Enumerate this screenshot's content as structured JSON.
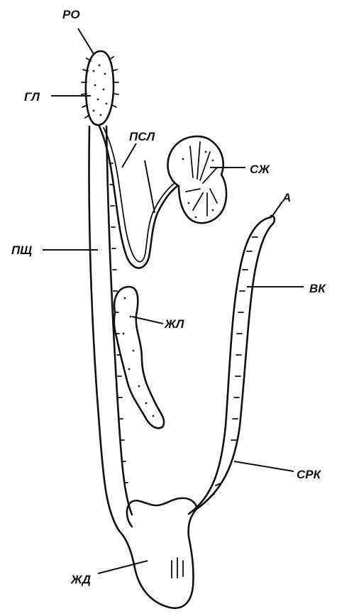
{
  "labels": {
    "ro": "РО",
    "gl": "ГЛ",
    "psl": "ПСЛ",
    "szh": "СЖ",
    "a": "А",
    "pshch": "ПЩ",
    "vk": "ВК",
    "zhl": "ЖЛ",
    "srk": "СРК",
    "zhd": "ЖД"
  }
}
